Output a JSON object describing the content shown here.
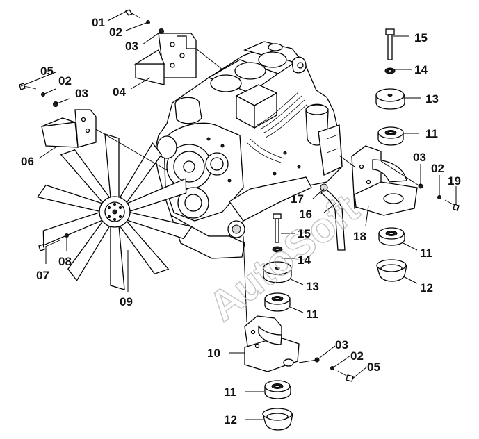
{
  "watermark": "AutoSoft",
  "callouts": [
    {
      "id": "c01a",
      "label": "01"
    },
    {
      "id": "c02a",
      "label": "02"
    },
    {
      "id": "c03a",
      "label": "03"
    },
    {
      "id": "c04",
      "label": "04"
    },
    {
      "id": "c05a",
      "label": "05"
    },
    {
      "id": "c02b",
      "label": "02"
    },
    {
      "id": "c03b",
      "label": "03"
    },
    {
      "id": "c06",
      "label": "06"
    },
    {
      "id": "c07",
      "label": "07"
    },
    {
      "id": "c08",
      "label": "08"
    },
    {
      "id": "c09",
      "label": "09"
    },
    {
      "id": "c15a",
      "label": "15"
    },
    {
      "id": "c14a",
      "label": "14"
    },
    {
      "id": "c13a",
      "label": "13"
    },
    {
      "id": "c11a",
      "label": "11"
    },
    {
      "id": "c03c",
      "label": "03"
    },
    {
      "id": "c02c",
      "label": "02"
    },
    {
      "id": "c19",
      "label": "19"
    },
    {
      "id": "c18",
      "label": "18"
    },
    {
      "id": "c11b",
      "label": "11"
    },
    {
      "id": "c12a",
      "label": "12"
    },
    {
      "id": "c17",
      "label": "17"
    },
    {
      "id": "c16",
      "label": "16"
    },
    {
      "id": "c15b",
      "label": "15"
    },
    {
      "id": "c14b",
      "label": "14"
    },
    {
      "id": "c13b",
      "label": "13"
    },
    {
      "id": "c11c",
      "label": "11"
    },
    {
      "id": "c10",
      "label": "10"
    },
    {
      "id": "c03d",
      "label": "03"
    },
    {
      "id": "c02d",
      "label": "02"
    },
    {
      "id": "c05b",
      "label": "05"
    },
    {
      "id": "c11d",
      "label": "11"
    },
    {
      "id": "c12b",
      "label": "12"
    }
  ]
}
